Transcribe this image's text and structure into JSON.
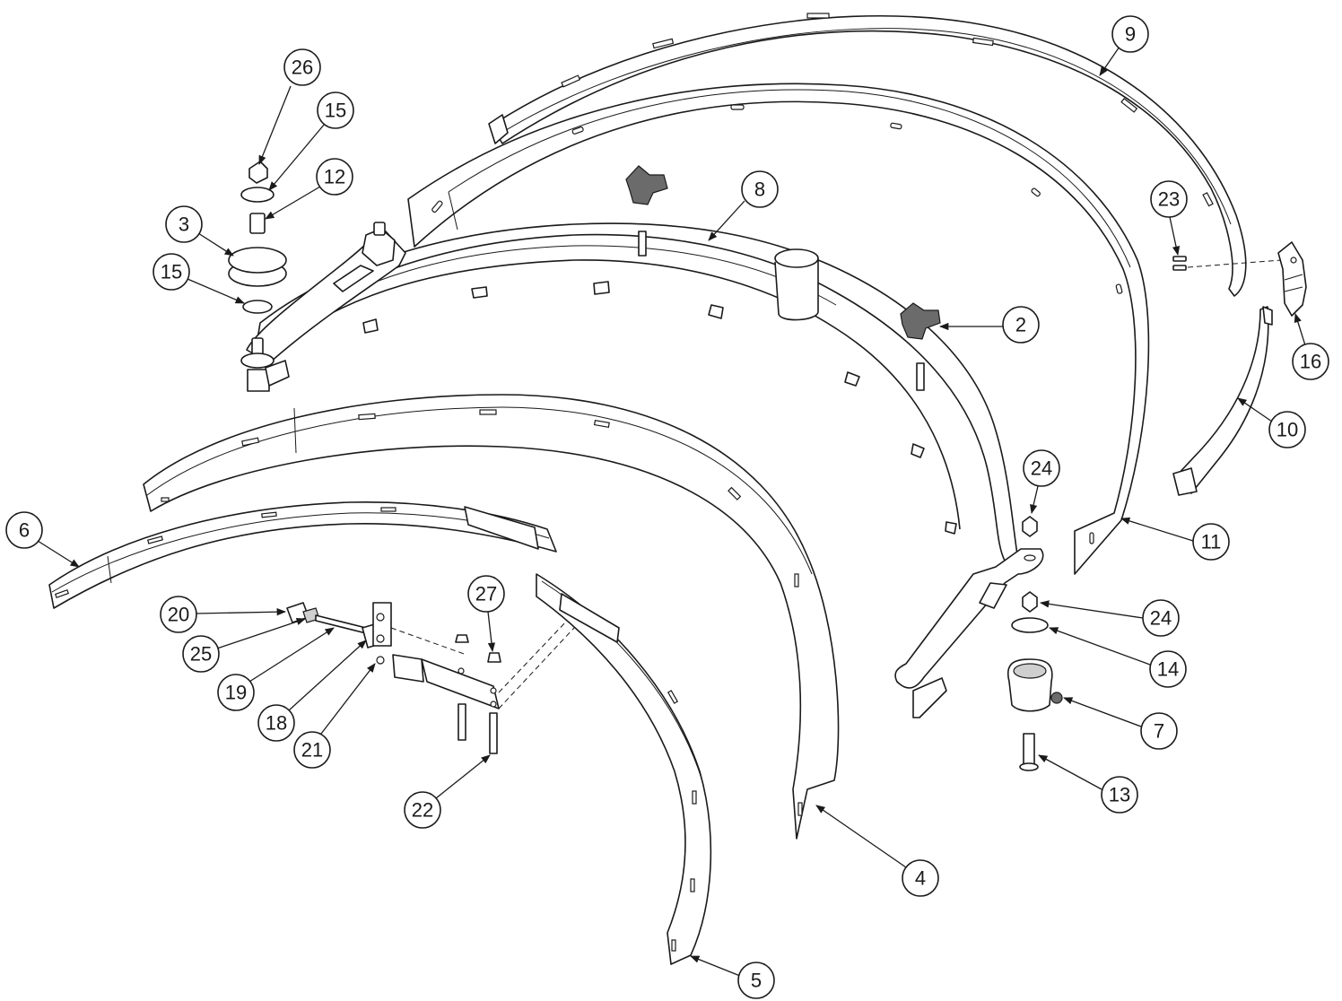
{
  "diagram": {
    "callouts": [
      {
        "label": "26"
      },
      {
        "label": "15"
      },
      {
        "label": "12"
      },
      {
        "label": "3"
      },
      {
        "label": "15"
      },
      {
        "label": "8"
      },
      {
        "label": "9"
      },
      {
        "label": "23"
      },
      {
        "label": "2"
      },
      {
        "label": "16"
      },
      {
        "label": "10"
      },
      {
        "label": "11"
      },
      {
        "label": "24"
      },
      {
        "label": "24"
      },
      {
        "label": "14"
      },
      {
        "label": "7"
      },
      {
        "label": "13"
      },
      {
        "label": "6"
      },
      {
        "label": "20"
      },
      {
        "label": "25"
      },
      {
        "label": "19"
      },
      {
        "label": "18"
      },
      {
        "label": "21"
      },
      {
        "label": "27"
      },
      {
        "label": "22"
      },
      {
        "label": "4"
      },
      {
        "label": "5"
      }
    ]
  }
}
